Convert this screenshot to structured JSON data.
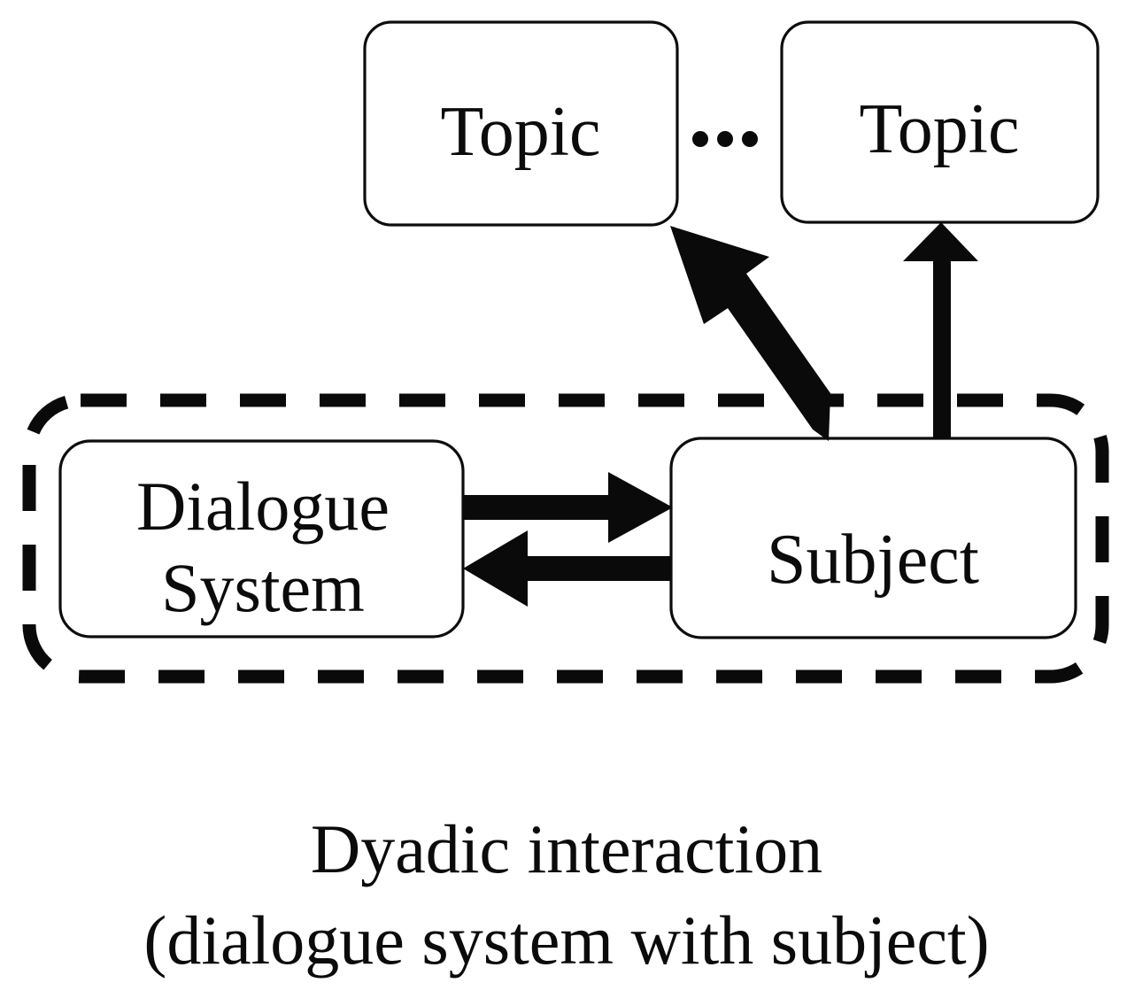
{
  "figure": {
    "kind": "block-diagram",
    "background_color": "#ffffff",
    "line_color": "#0a0a0a",
    "box_fill": "#ffffff"
  },
  "nodes": {
    "topic_left": {
      "label": "Topic"
    },
    "topic_right": {
      "label": "Topic"
    },
    "dialogue_system": {
      "label_line1": "Dialogue",
      "label_line2": "System"
    },
    "subject": {
      "label": "Subject"
    }
  },
  "ellipsis": {
    "text": "..."
  },
  "group": {
    "style": "dashed-rounded-rectangle",
    "members": [
      "dialogue_system",
      "subject"
    ]
  },
  "edges": [
    {
      "name": "dialogue-to-subject",
      "from": "dialogue_system",
      "to": "subject",
      "style": "solid-arrow"
    },
    {
      "name": "subject-to-dialogue",
      "from": "subject",
      "to": "dialogue_system",
      "style": "solid-arrow"
    },
    {
      "name": "subject-to-topic-left",
      "from": "subject",
      "to": "topic_left",
      "style": "solid-arrow-diagonal"
    },
    {
      "name": "subject-to-topic-right",
      "from": "subject",
      "to": "topic_right",
      "style": "solid-arrow-vertical"
    }
  ],
  "caption": {
    "line1": "Dyadic interaction",
    "line2": "(dialogue system with subject)"
  }
}
